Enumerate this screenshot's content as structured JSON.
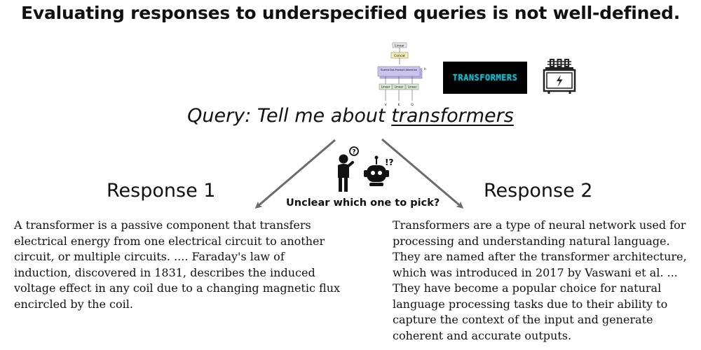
{
  "title": "Evaluating responses to underspecified queries is not well-defined.",
  "query": {
    "prefix": "Query: Tell me about ",
    "keyword": "transformers"
  },
  "images": {
    "attention": {
      "top_label": "Linear",
      "concat_label": "Concat",
      "sdpa_label": "Scaled Dot-Product Attention",
      "h_label": "h",
      "linear_label": "Linear",
      "inputs": [
        "V",
        "K",
        "Q"
      ]
    },
    "movie_logo": "TRANSFORMERS",
    "electric_icon": "electrical-transformer-icon"
  },
  "human_icon": "person-thinking-icon",
  "robot_icon": "robot-confused-icon",
  "unclear_caption": "Unclear which one to pick?",
  "responses": [
    {
      "title": "Response 1",
      "body": "A transformer is a passive component that transfers\nelectrical energy from one electrical circuit to another\ncircuit, or multiple circuits. .... Faraday's law of\ninduction, discovered in 1831, describes the induced\nvoltage effect in any coil due to a changing magnetic flux\nencircled by the coil."
    },
    {
      "title": "Response 2",
      "body": "Transformers are a type of neural network used for\nprocessing and understanding natural language.\nThey are named after the transformer architecture,\nwhich was introduced in 2017 by Vaswani et al.  ...\nThey have become a popular choice for natural\nlanguage processing tasks due to their ability to\ncapture the context of the input and generate\ncoherent and accurate outputs."
    }
  ],
  "colors": {
    "arrow": "#6b6b6b",
    "logo_text": "#1fb8c9",
    "sdpa_fill": "#c9c3ee",
    "linear_fill": "#d9ecd2",
    "concat_fill": "#f6efb0"
  }
}
